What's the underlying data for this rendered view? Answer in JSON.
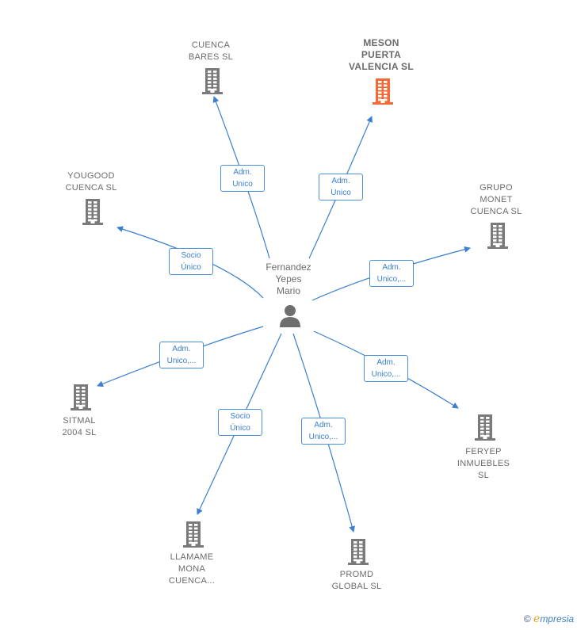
{
  "center": {
    "name": "Fernandez\nYepes\nMario"
  },
  "nodes": [
    {
      "id": "cuenca-bares",
      "label": "CUENCA\nBARES  SL",
      "highlight": false,
      "rel": "Adm.\nUnico"
    },
    {
      "id": "meson-puerta",
      "label": "MESON\nPUERTA\nVALENCIA  SL",
      "highlight": true,
      "rel": "Adm.\nUnico"
    },
    {
      "id": "yougood",
      "label": "YOUGOOD\nCUENCA SL",
      "highlight": false,
      "rel": "Socio\nÚnico"
    },
    {
      "id": "grupo-monet",
      "label": "GRUPO\nMONET\nCUENCA  SL",
      "highlight": false,
      "rel": "Adm.\nUnico,..."
    },
    {
      "id": "sitmal",
      "label": "SITMAL\n2004  SL",
      "highlight": false,
      "rel": "Adm.\nUnico,..."
    },
    {
      "id": "feryep",
      "label": "FERYEP\nINMUEBLES\nSL",
      "highlight": false,
      "rel": "Adm.\nUnico,..."
    },
    {
      "id": "llamame",
      "label": "LLAMAME\nMONA\nCUENCA...",
      "highlight": false,
      "rel": "Socio\nÚnico"
    },
    {
      "id": "promd",
      "label": "PROMD\nGLOBAL SL",
      "highlight": false,
      "rel": "Adm.\nUnico,..."
    }
  ],
  "colors": {
    "edge": "#3a7fd0",
    "building": "#7a7a7a",
    "highlight": "#f26a35",
    "person": "#6e6e6e"
  },
  "brand": {
    "symbol": "©",
    "e": "e",
    "rest": "mpresia"
  }
}
